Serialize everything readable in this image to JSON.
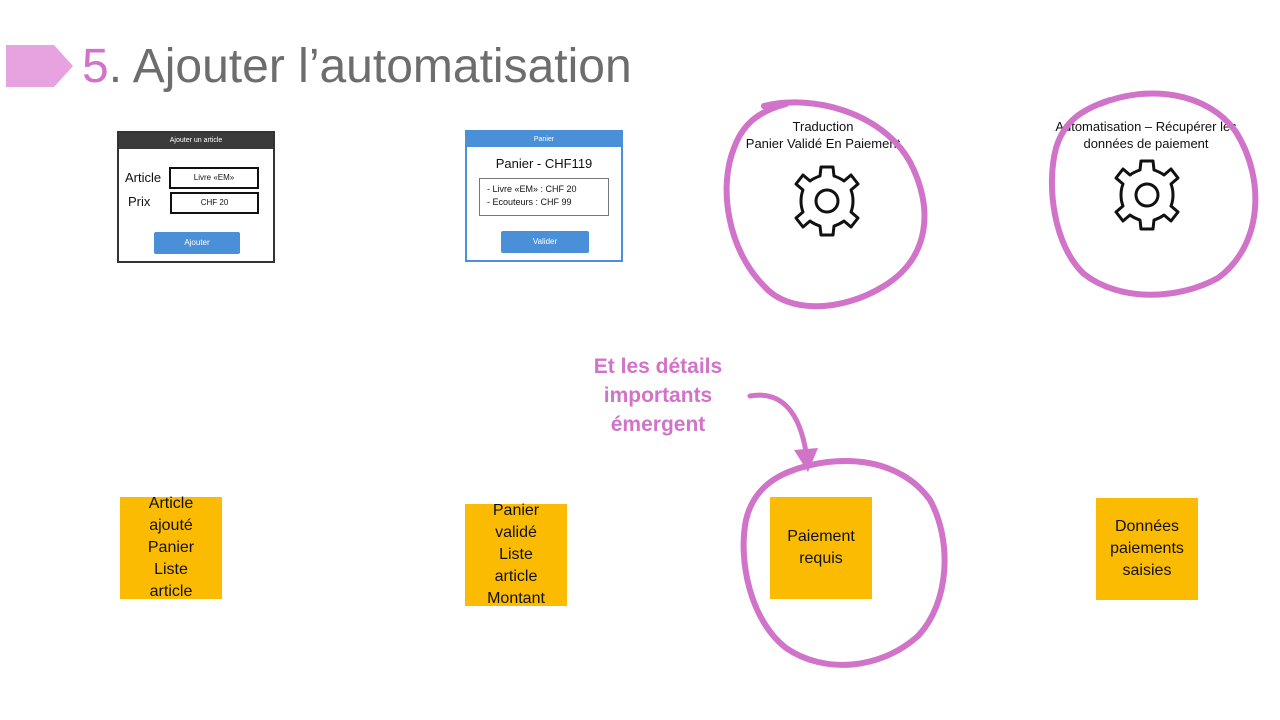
{
  "title": {
    "number": "5",
    "text": ". Ajouter l’automatisation"
  },
  "colors": {
    "accent": "#d173c8",
    "title_arrow": "#e6a3df",
    "title_text": "#6d6d6d",
    "sticky": "#fbbb00",
    "button": "#4a90d9",
    "dark_header": "#3b3b3b"
  },
  "form_add": {
    "header": "Ajouter un article",
    "article_label": "Article",
    "article_value": "Livre «EM»",
    "price_label": "Prix",
    "price_value": "CHF 20",
    "button": "Ajouter"
  },
  "form_cart": {
    "header": "Panier",
    "total": "Panier - CHF119",
    "items": [
      "- Livre «EM» : CHF 20",
      "- Ecouteurs : CHF 99"
    ],
    "button": "Valider"
  },
  "automation_1": {
    "line1": "Traduction",
    "line2": "Panier Validé  En Paiement",
    "icon": "gear-icon"
  },
  "automation_2": {
    "line1": "Automatisation – Récupérer les",
    "line2": "données de paiement",
    "icon": "gear-icon"
  },
  "annotation": {
    "line1": "Et les détails",
    "line2": "importants",
    "line3": "émergent"
  },
  "stickies": [
    {
      "lines": [
        "Article",
        "ajouté",
        "Panier",
        "Liste",
        "article"
      ]
    },
    {
      "lines": [
        "Panier",
        "validé",
        "Liste",
        "article",
        "Montant"
      ]
    },
    {
      "lines": [
        "Paiement",
        "requis"
      ]
    },
    {
      "lines": [
        "Données",
        "paiements",
        "saisies"
      ]
    }
  ]
}
